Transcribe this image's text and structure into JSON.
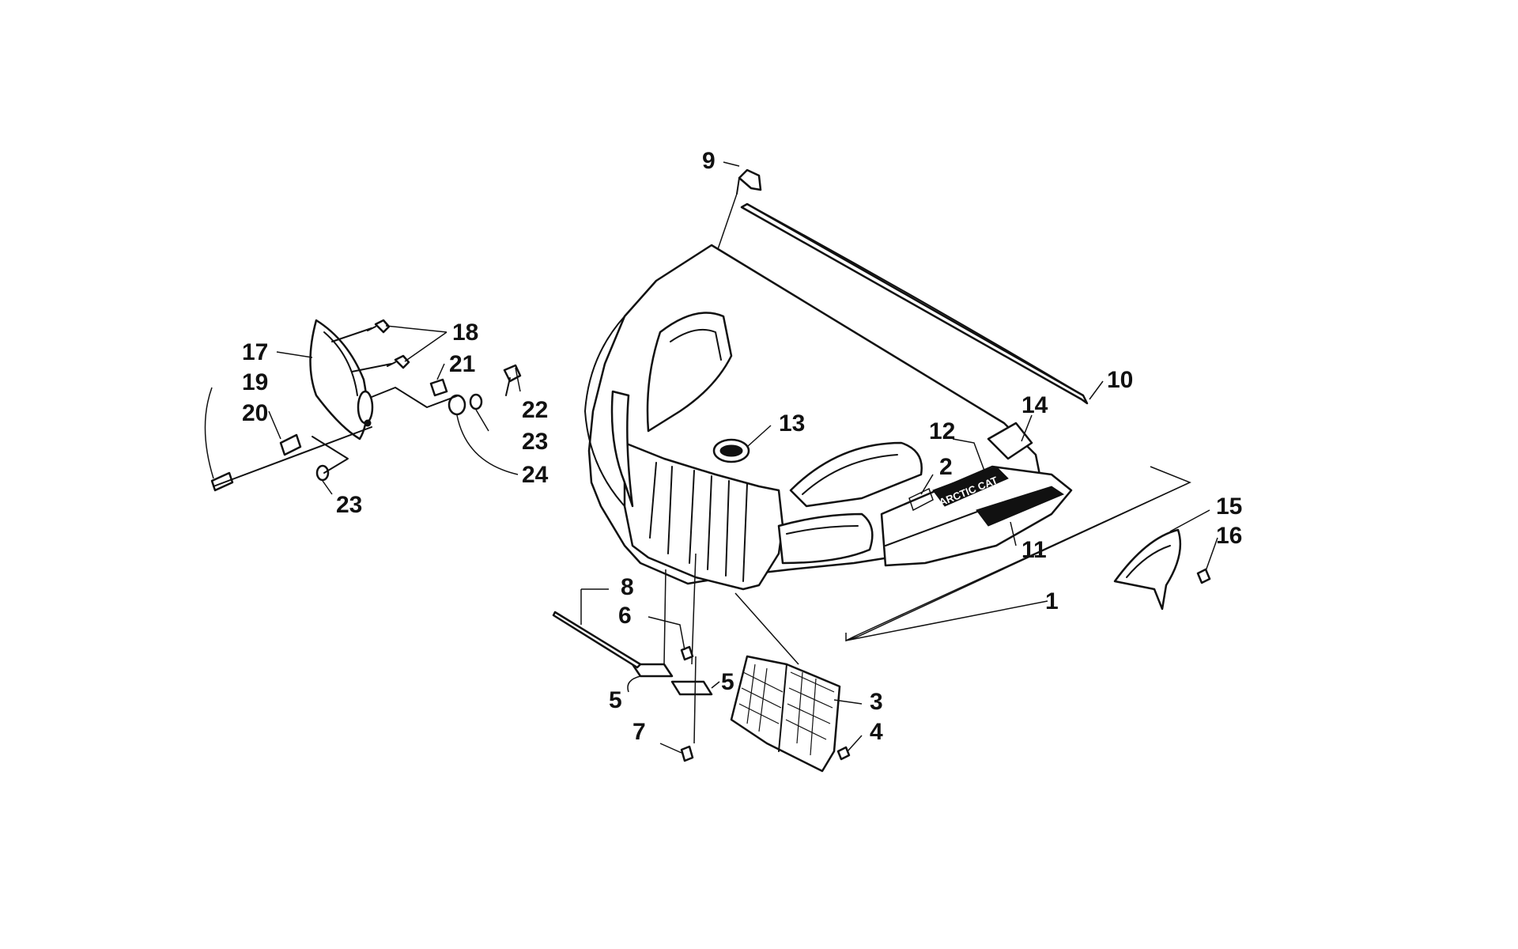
{
  "diagram": {
    "background": "#ffffff",
    "ink": "#111111",
    "decal_text": {
      "brand": "ARCTIC CAT"
    },
    "callouts": [
      "1",
      "2",
      "3",
      "4",
      "5",
      "5",
      "6",
      "7",
      "8",
      "9",
      "10",
      "11",
      "12",
      "13",
      "14",
      "15",
      "16",
      "17",
      "18",
      "19",
      "20",
      "21",
      "22",
      "23",
      "23",
      "24"
    ]
  }
}
